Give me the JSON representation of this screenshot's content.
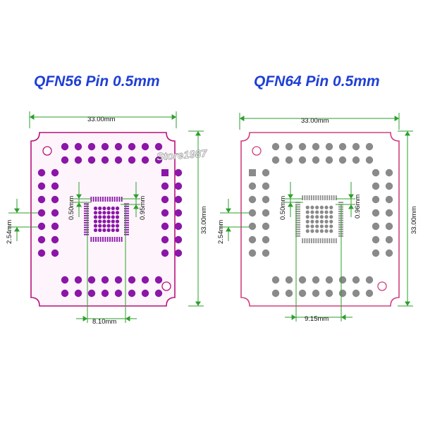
{
  "titles": {
    "left": "QFN56 Pin 0.5mm",
    "right": "QFN64 Pin 0.5mm"
  },
  "watermark": "Store1987",
  "boards": {
    "left": {
      "board_color": "#b8127a",
      "board_fill": "#fdf5fb",
      "pad_color": "#8b16a8",
      "width_label": "33.00mm",
      "height_label": "33.00mm",
      "pitch_label": "2.54mm",
      "pin_pitch_label": "0.50mm",
      "pad_width_label": "0.95mm",
      "body_label": "8.10mm",
      "pins_per_side": 14
    },
    "right": {
      "board_color": "#d0407e",
      "board_fill": "#ffffff",
      "pad_color": "#8a8a8a",
      "width_label": "33.00mm",
      "height_label": "33.00mm",
      "pitch_label": "2.54mm",
      "pin_pitch_label": "0.50mm",
      "pad_width_label": "0.96mm",
      "body_label": "9.15mm",
      "pins_per_side": 16
    }
  },
  "dimension_color": "#2e9e2e"
}
